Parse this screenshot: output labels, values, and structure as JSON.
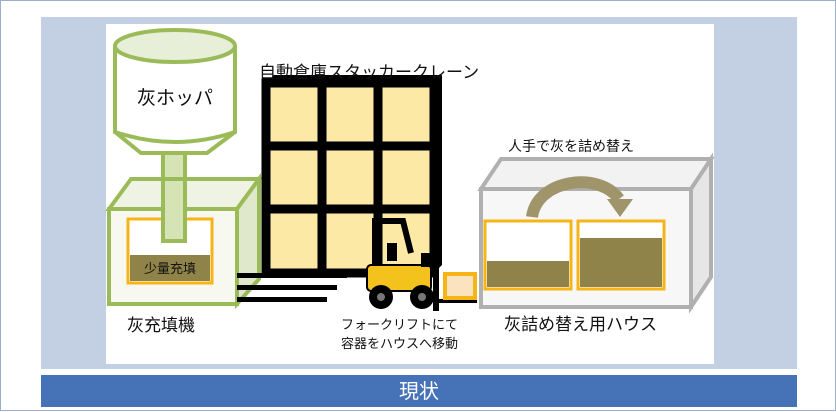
{
  "labels": {
    "hopper": "灰ホッパ",
    "crane": "自動倉庫スタッカークレーン",
    "small_fill": "少量充填",
    "filler": "灰充填機",
    "forklift_line1": "フォークリフトにて",
    "forklift_line2": "容器をハウスへ移動",
    "manual": "人手で灰を詰め替え",
    "house": "灰詰め替え用ハウス"
  },
  "footer": {
    "title": "現状"
  },
  "colors": {
    "hopper_green": "#9bbb59",
    "container_orange": "#f6b417",
    "ash_brown": "#8f8349",
    "rack_fill": "#fde9a6",
    "house_gray": "#b0b0b0",
    "forklift_yellow": "#f4c21c",
    "footer_blue": "#4672b8"
  }
}
